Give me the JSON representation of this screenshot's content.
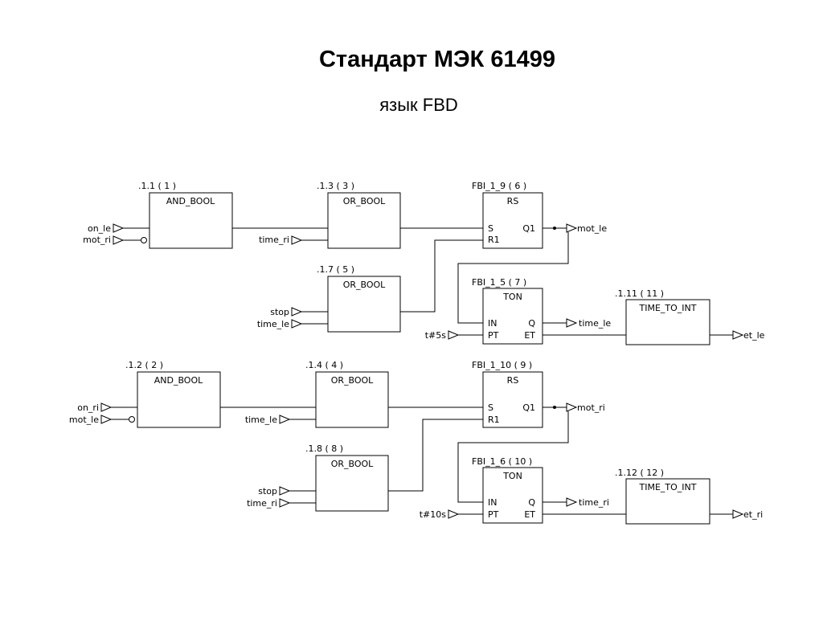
{
  "title": "Стандарт МЭК 61499",
  "subtitle": "язык FBD",
  "rows": [
    {
      "and_block": {
        "id": ".1.1 ( 1 )",
        "type": "AND_BOOL",
        "in1": "on_le",
        "in2": "mot_ri"
      },
      "or_block_1": {
        "id": ".1.3 ( 3 )",
        "type": "OR_BOOL",
        "in2": "time_ri"
      },
      "or_block_2": {
        "id": ".1.7 ( 5 )",
        "type": "OR_BOOL",
        "in1": "stop",
        "in2": "time_le"
      },
      "rs_block": {
        "id": "FBI_1_9 ( 6 )",
        "type": "RS",
        "pin_s": "S",
        "pin_r1": "R1",
        "pin_q1": "Q1",
        "output": "mot_le"
      },
      "ton_block": {
        "id": "FBI_1_5 ( 7 )",
        "type": "TON",
        "pin_in": "IN",
        "pin_pt": "PT",
        "pin_q": "Q",
        "pin_et": "ET",
        "pt_value": "t#5s",
        "q_output": "time_le"
      },
      "conv_block": {
        "id": ".1.11 ( 11 )",
        "type": "TIME_TO_INT",
        "output": "et_le"
      }
    },
    {
      "and_block": {
        "id": ".1.2 ( 2 )",
        "type": "AND_BOOL",
        "in1": "on_ri",
        "in2": "mot_le"
      },
      "or_block_1": {
        "id": ".1.4 ( 4 )",
        "type": "OR_BOOL",
        "in2": "time_le"
      },
      "or_block_2": {
        "id": ".1.8 ( 8 )",
        "type": "OR_BOOL",
        "in1": "stop",
        "in2": "time_ri"
      },
      "rs_block": {
        "id": "FBI_1_10 ( 9 )",
        "type": "RS",
        "pin_s": "S",
        "pin_r1": "R1",
        "pin_q1": "Q1",
        "output": "mot_ri"
      },
      "ton_block": {
        "id": "FBI_1_6 ( 10 )",
        "type": "TON",
        "pin_in": "IN",
        "pin_pt": "PT",
        "pin_q": "Q",
        "pin_et": "ET",
        "pt_value": "t#10s",
        "q_output": "time_ri"
      },
      "conv_block": {
        "id": ".1.12 ( 12 )",
        "type": "TIME_TO_INT",
        "output": "et_ri"
      }
    }
  ]
}
